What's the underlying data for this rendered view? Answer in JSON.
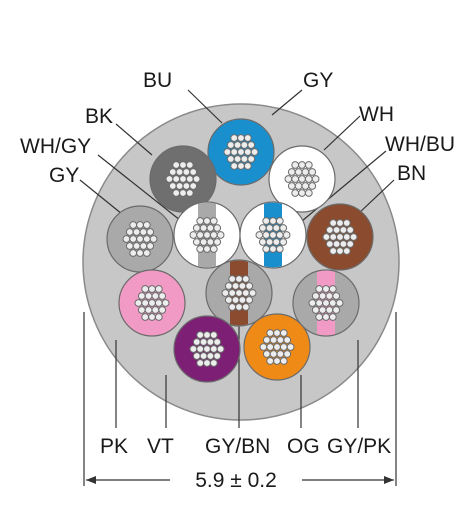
{
  "diagram": {
    "type": "cable-cross-section",
    "labels": {
      "bu": "BU",
      "gy_top": "GY",
      "bk": "BK",
      "wh": "WH",
      "wh_gy": "WH/GY",
      "wh_bu": "WH/BU",
      "gy_left": "GY",
      "bn": "BN",
      "pk": "PK",
      "vt": "VT",
      "gy_bn": "GY/BN",
      "og": "OG",
      "gy_pk": "GY/PK"
    },
    "dimension": "5.9 ± 0.2",
    "colors": {
      "jacket": "#c7c7c7",
      "jacket_edge": "#8a8a8a",
      "strand": "#ededed",
      "strand_edge": "#6b6b6b",
      "bu": "#1a8fce",
      "bk": "#6f6f6f",
      "wh": "#ffffff",
      "gy": "#a9a9a9",
      "bn": "#8a4b2f",
      "pk": "#f29ac6",
      "vt": "#7d1f75",
      "og": "#f08a17",
      "line": "#333333"
    }
  }
}
